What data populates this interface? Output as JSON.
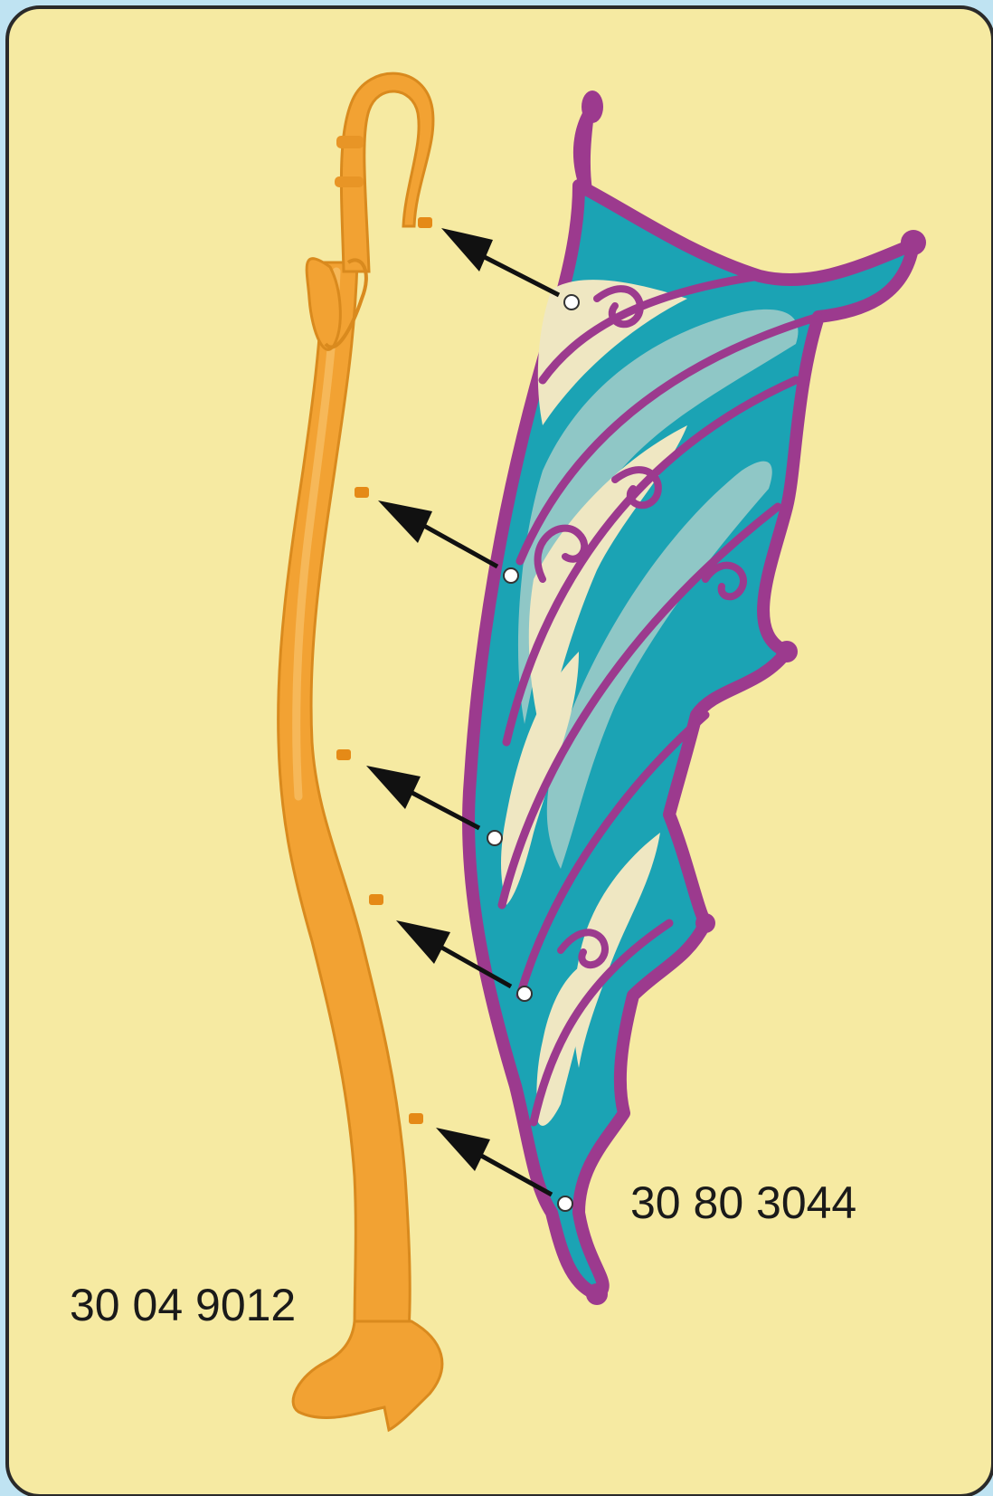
{
  "parts": {
    "staff_number": "30 04 9012",
    "wing_number": "30 80 3044"
  },
  "colors": {
    "background": "#f6eaa2",
    "outer": "#bfe3f2",
    "staff": "#f2a233",
    "wing_frame": "#9c3a8e",
    "wing_teal": "#1ba3b4",
    "wing_light": "#8fc7c6",
    "wing_cream": "#efe7c2",
    "arrow": "#111111"
  },
  "connectors": {
    "count": 5
  }
}
